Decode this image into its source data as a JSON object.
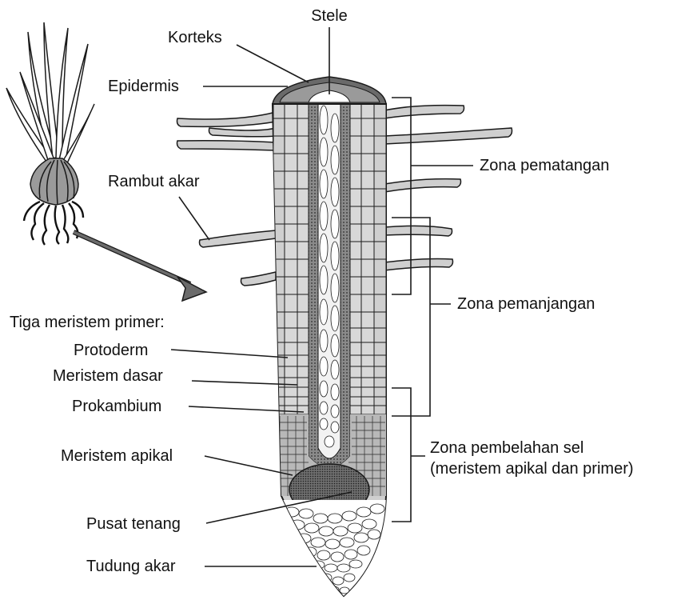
{
  "labels": {
    "stele": "Stele",
    "korteks": "Korteks",
    "epidermis": "Epidermis",
    "rambut_akar": "Rambut akar",
    "zona_pematangan": "Zona pematangan",
    "zona_pemanjangan": "Zona pemanjangan",
    "tiga_meristem": "Tiga meristem primer:",
    "protoderm": "Protoderm",
    "meristem_dasar": "Meristem dasar",
    "prokambium": "Prokambium",
    "meristem_apikal": "Meristem apikal",
    "zona_pembelahan_1": "Zona pembelahan sel",
    "zona_pembelahan_2": "(meristem apikal dan primer)",
    "pusat_tenang": "Pusat tenang",
    "tudung_akar": "Tudung akar"
  },
  "colors": {
    "outline": "#1a1a1a",
    "light_tissue": "#cfcfcf",
    "mid_tissue": "#9c9c9c",
    "dark_tissue": "#5a5a5a",
    "arrow": "#6b6b6b"
  }
}
